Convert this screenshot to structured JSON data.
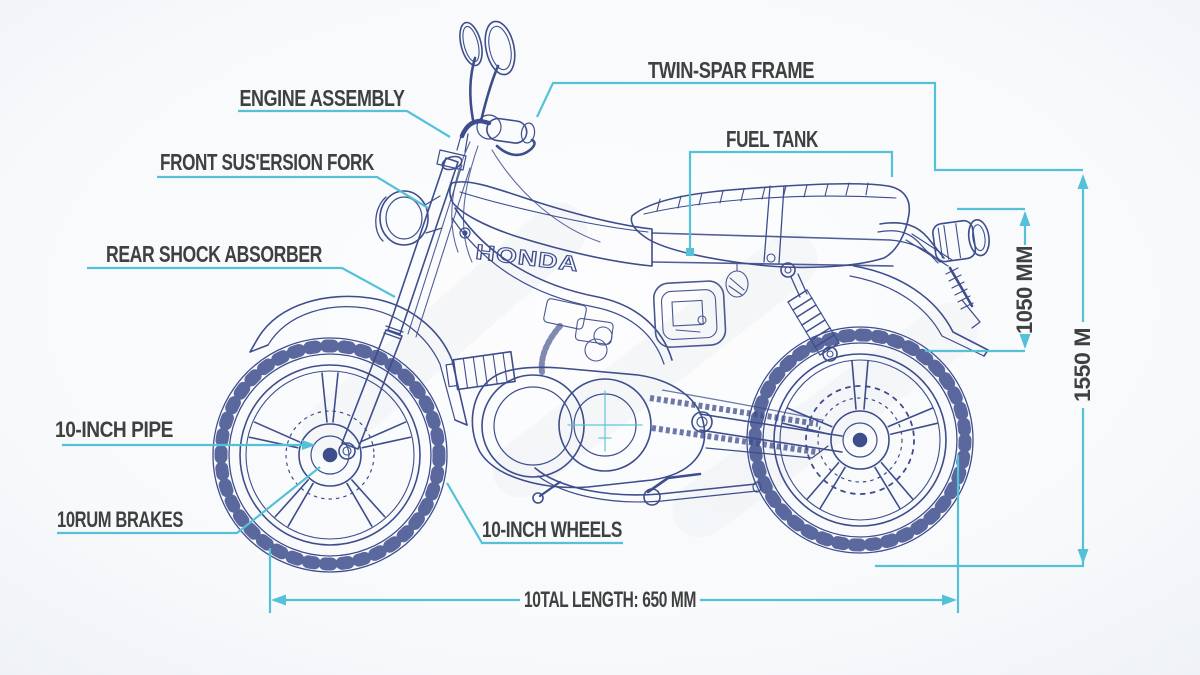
{
  "diagram": {
    "brand": "HONDA",
    "labels": {
      "engine_assembly": "ENGINE ASSEMBLY",
      "front_suspension_fork": "FRONT SUS'ERSION FORK",
      "twin_spar_frame": "TWIN-SPAR FRAME",
      "fuel_tank": "FUEL TANK",
      "rear_shock_absorber": "REAR SHOCK ABSORBER",
      "pipe_10_inch": "10-INCH PIPE",
      "drum_brakes": "10RUM BRAKES",
      "wheels_10_inch": "10-INCH WHEELS"
    },
    "dimensions": {
      "total_length": "10TAL LENGTH: 650 MM",
      "seat_height": "1050 MM",
      "overall_height": "1550 M"
    },
    "colors": {
      "line_art": "#3e4d8c",
      "callout": "#55c1d9",
      "label_text": "#3f4040",
      "background": "#f7f9fb"
    }
  }
}
